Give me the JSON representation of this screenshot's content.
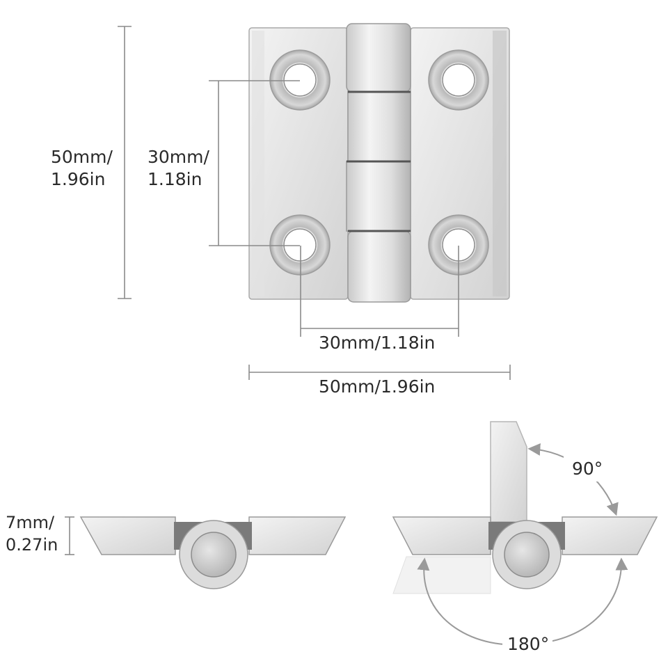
{
  "dimensions": {
    "height_outer": [
      "50mm/",
      "1.96in"
    ],
    "height_holes": [
      "30mm/",
      "1.18in"
    ],
    "width_holes": "30mm/1.18in",
    "width_outer": "50mm/1.96in",
    "thickness": [
      "7mm/",
      "0.27in"
    ],
    "angle_open": "90°",
    "angle_full": "180°"
  },
  "colors": {
    "metal_light": "#eeeeee",
    "metal_mid": "#d6d6d6",
    "metal_dark": "#a9a9a9",
    "edge": "#8c8c8c",
    "dim_line": "#8a8a8a",
    "text": "#2a2a2a"
  }
}
